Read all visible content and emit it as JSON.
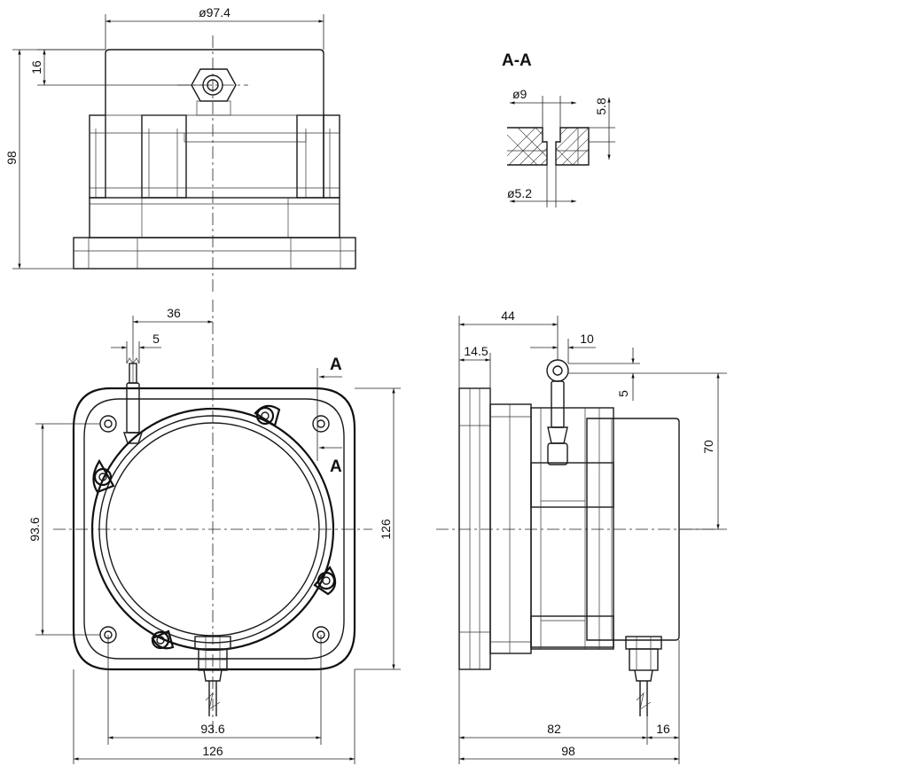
{
  "section_title": "A-A",
  "section_marker": "A",
  "dimensions": {
    "top_width": "ø97.4",
    "top_offset": "16",
    "top_height": "98",
    "sec_bore": "ø9",
    "sec_depth": "5.8",
    "sec_hole": "ø5.2",
    "front_offset": "36",
    "front_cable": "5",
    "front_hole_v": "93.6",
    "front_height": "126",
    "front_hole_h": "93.6",
    "front_width": "126",
    "side_offset": "44",
    "side_flange": "14.5",
    "side_ring": "10",
    "side_ring_h": "5",
    "side_height": "70",
    "side_body": "82",
    "side_gland": "16",
    "side_total": "98"
  }
}
